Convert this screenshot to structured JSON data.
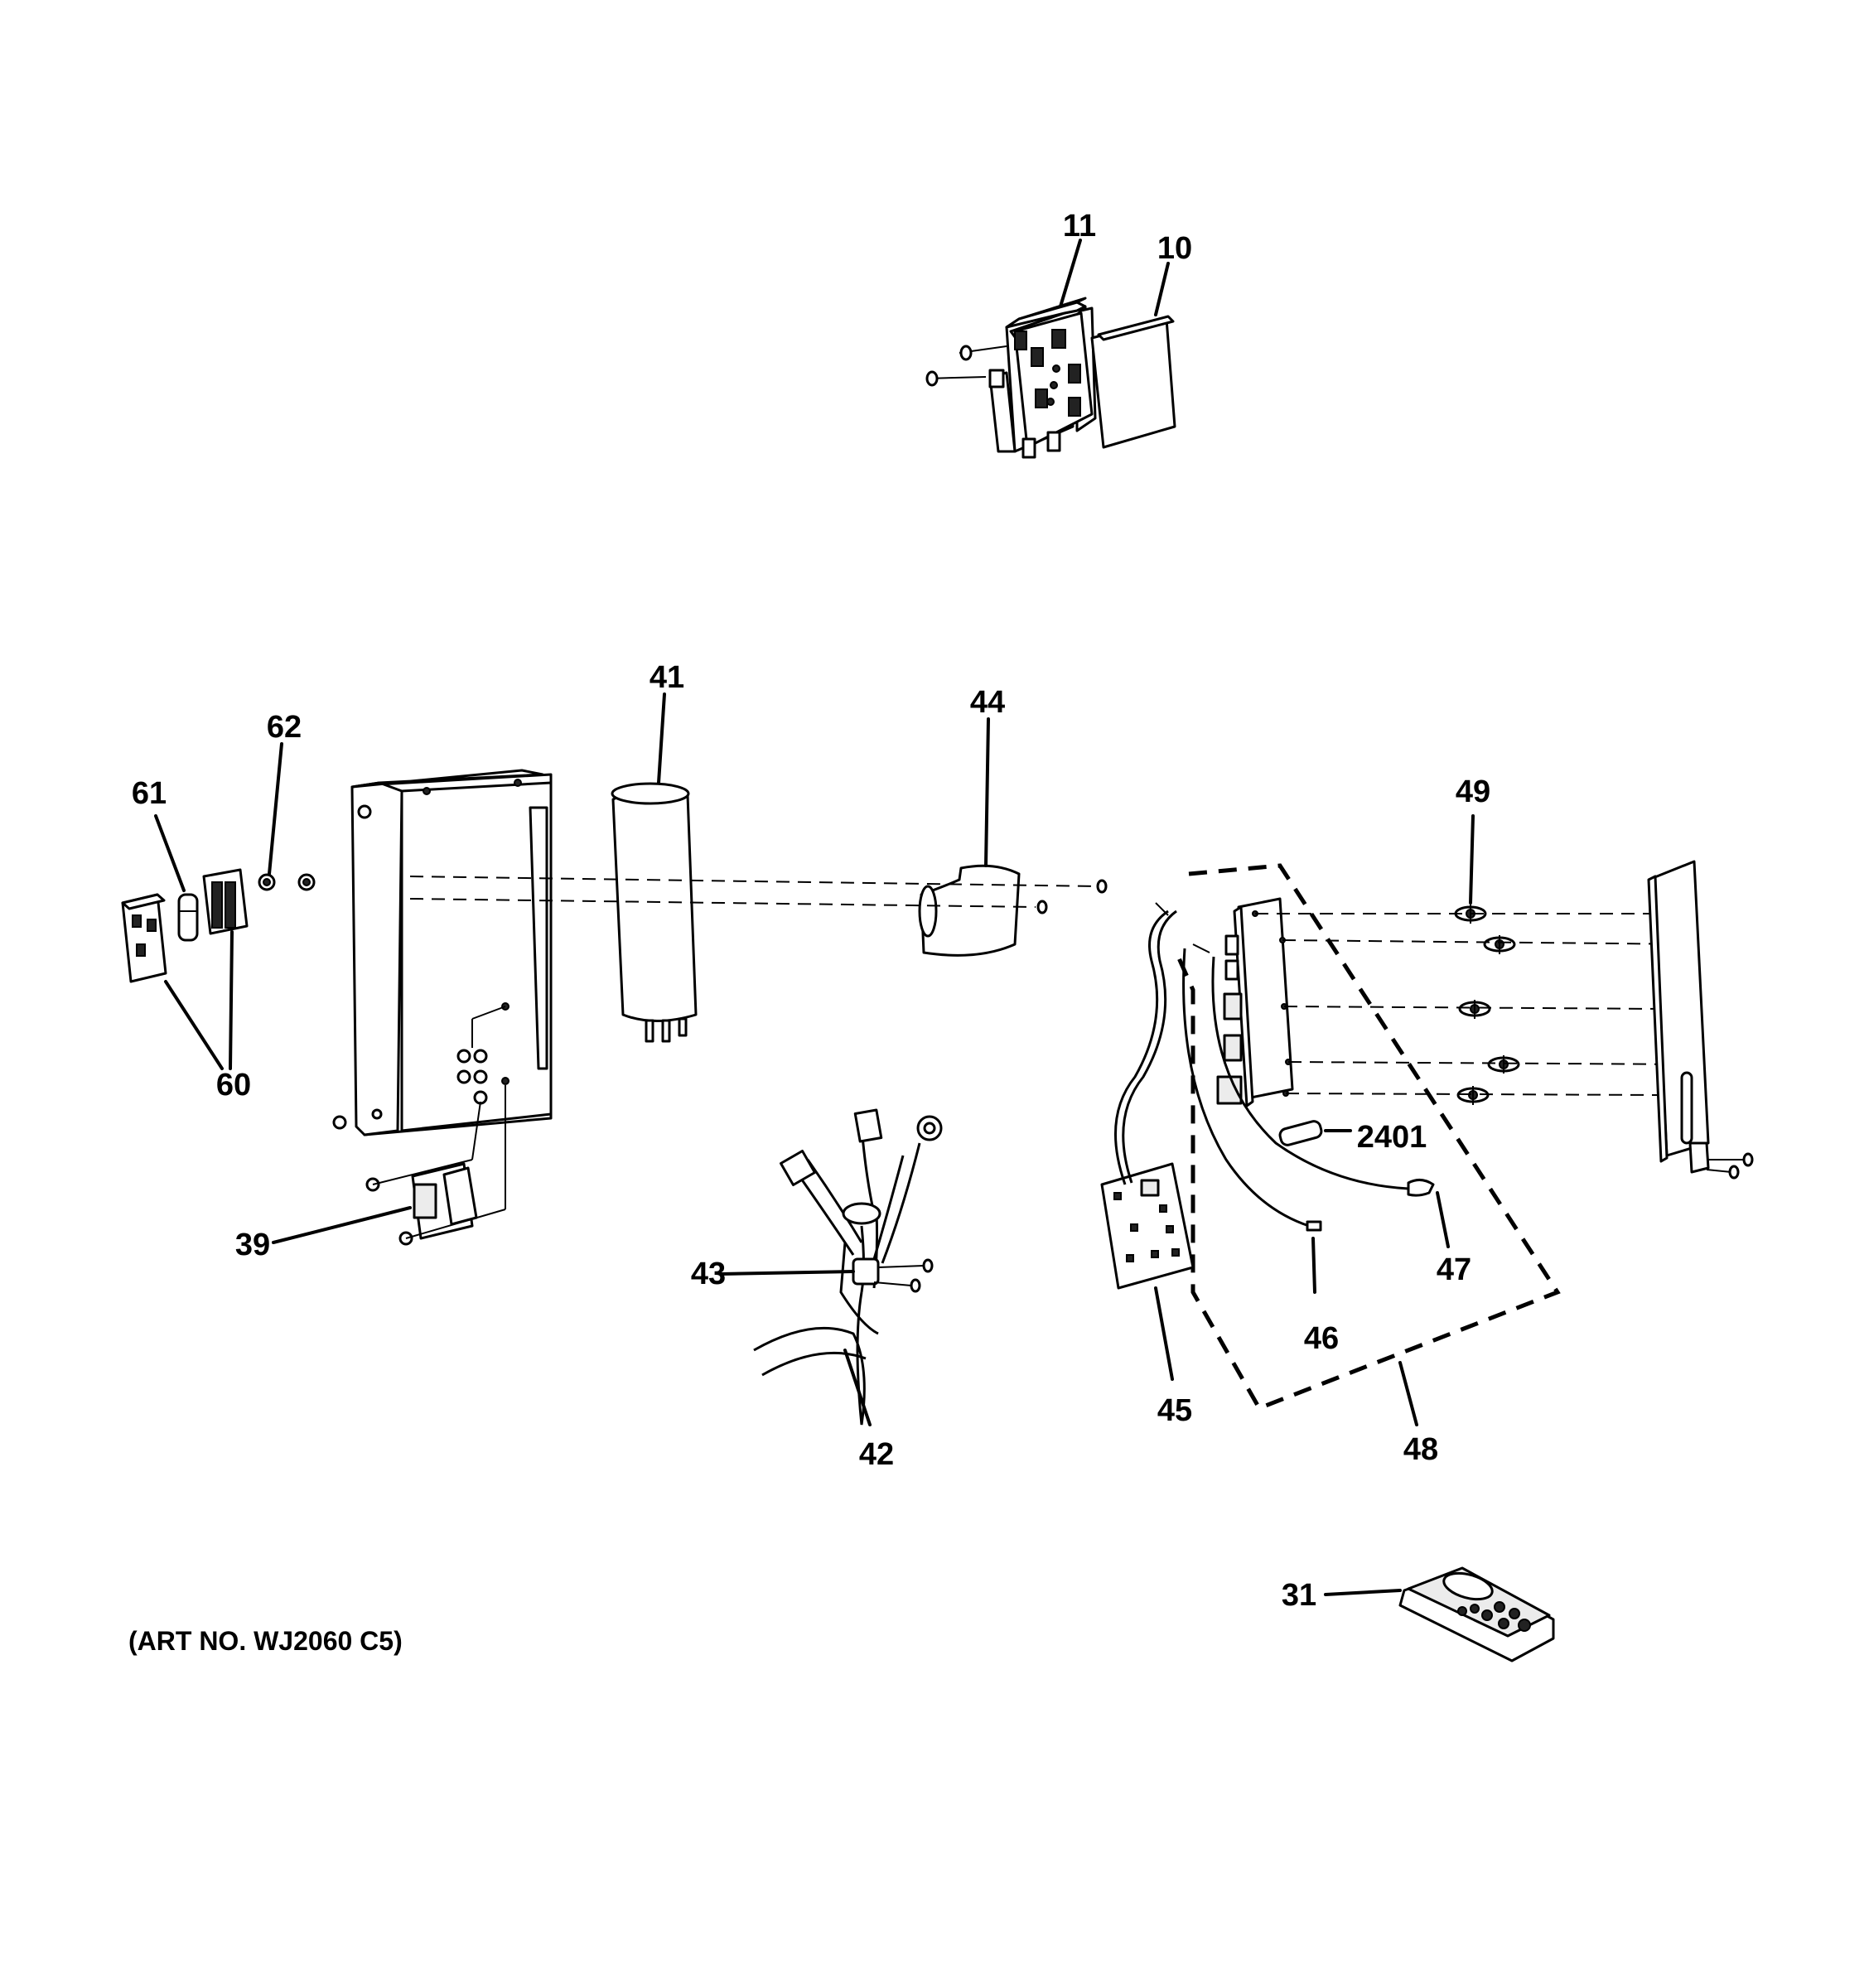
{
  "callouts": {
    "c10": "10",
    "c11": "11",
    "c41": "41",
    "c44": "44",
    "c62": "62",
    "c61": "61",
    "c60": "60",
    "c39": "39",
    "c49": "49",
    "c2401": "2401",
    "c47": "47",
    "c46": "46",
    "c45": "45",
    "c48": "48",
    "c43": "43",
    "c42": "42",
    "c31": "31"
  },
  "art_number": "(ART NO. WJ2060 C5)"
}
